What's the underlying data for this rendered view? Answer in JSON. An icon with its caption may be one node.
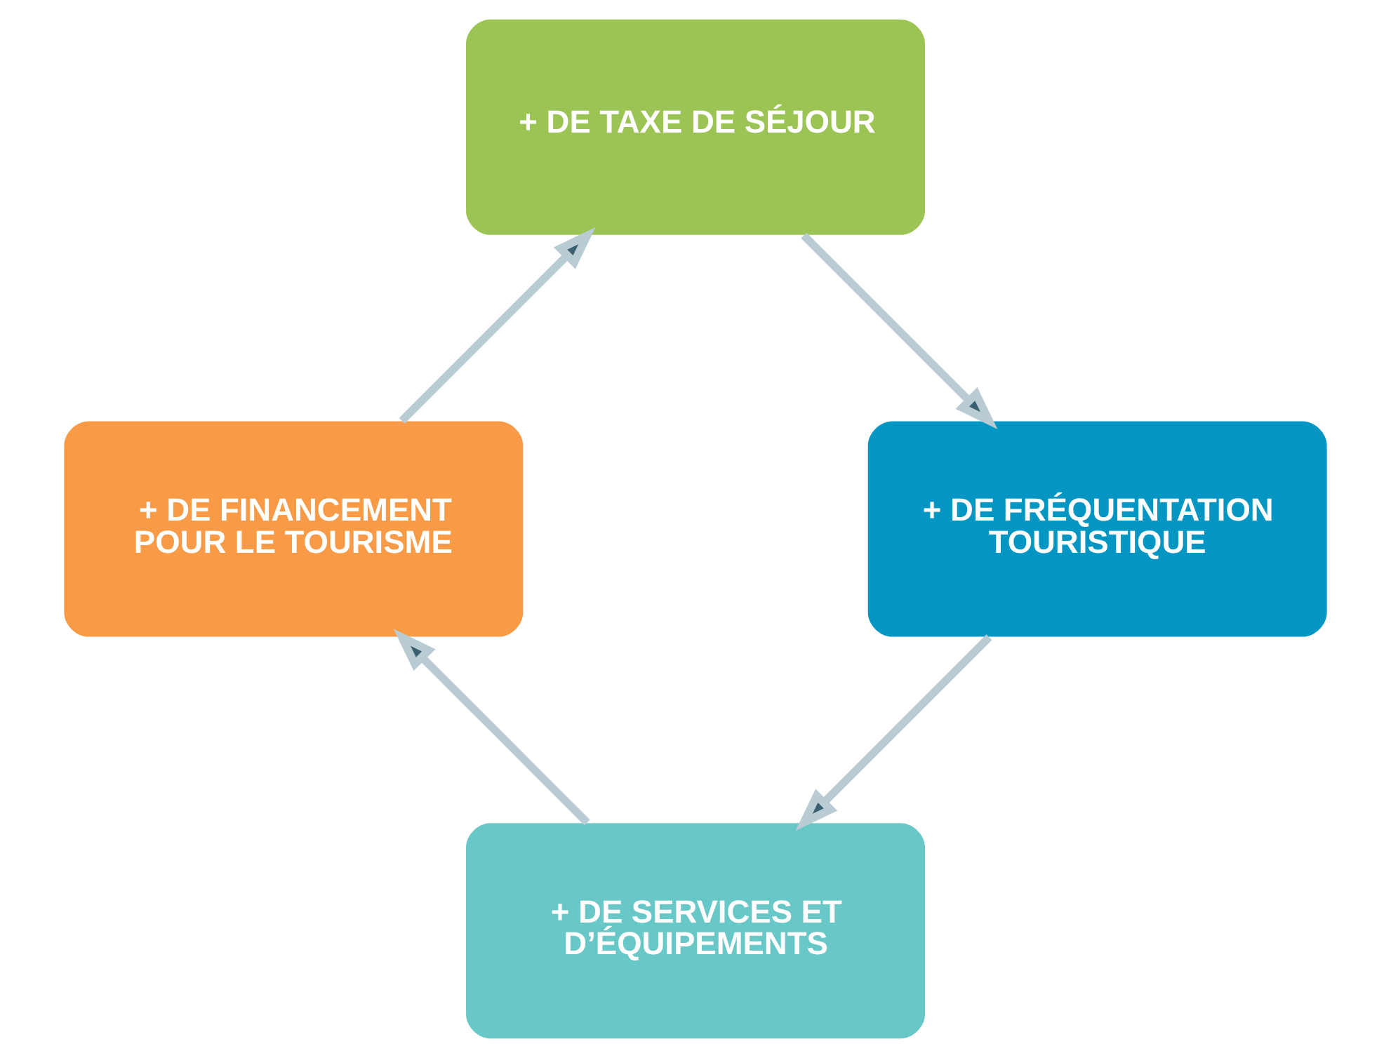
{
  "diagram": {
    "nodes": [
      {
        "text": [
          "+ DE SERVICES ET D’ÉQUIPEMENTS"
        ]
      },
      {
        "text": [
          "+ DE FINANCEMENT POUR LE TOURISME"
        ]
      },
      {
        "text": [
          "+ DE FRÉQUENTATION TOURISTIQUE"
        ]
      },
      {
        "text": [
          "+ DE TAXE DE SÉJOUR"
        ]
      }
    ],
    "edges": [
      {
        "from": 0,
        "to": 1,
        "arrow": "to"
      },
      {
        "from": 1,
        "to": 3,
        "arrow": "to"
      },
      {
        "from": 3,
        "to": 2,
        "arrow": "to"
      },
      {
        "from": 2,
        "to": 0,
        "arrow": "to"
      }
    ]
  }
}
